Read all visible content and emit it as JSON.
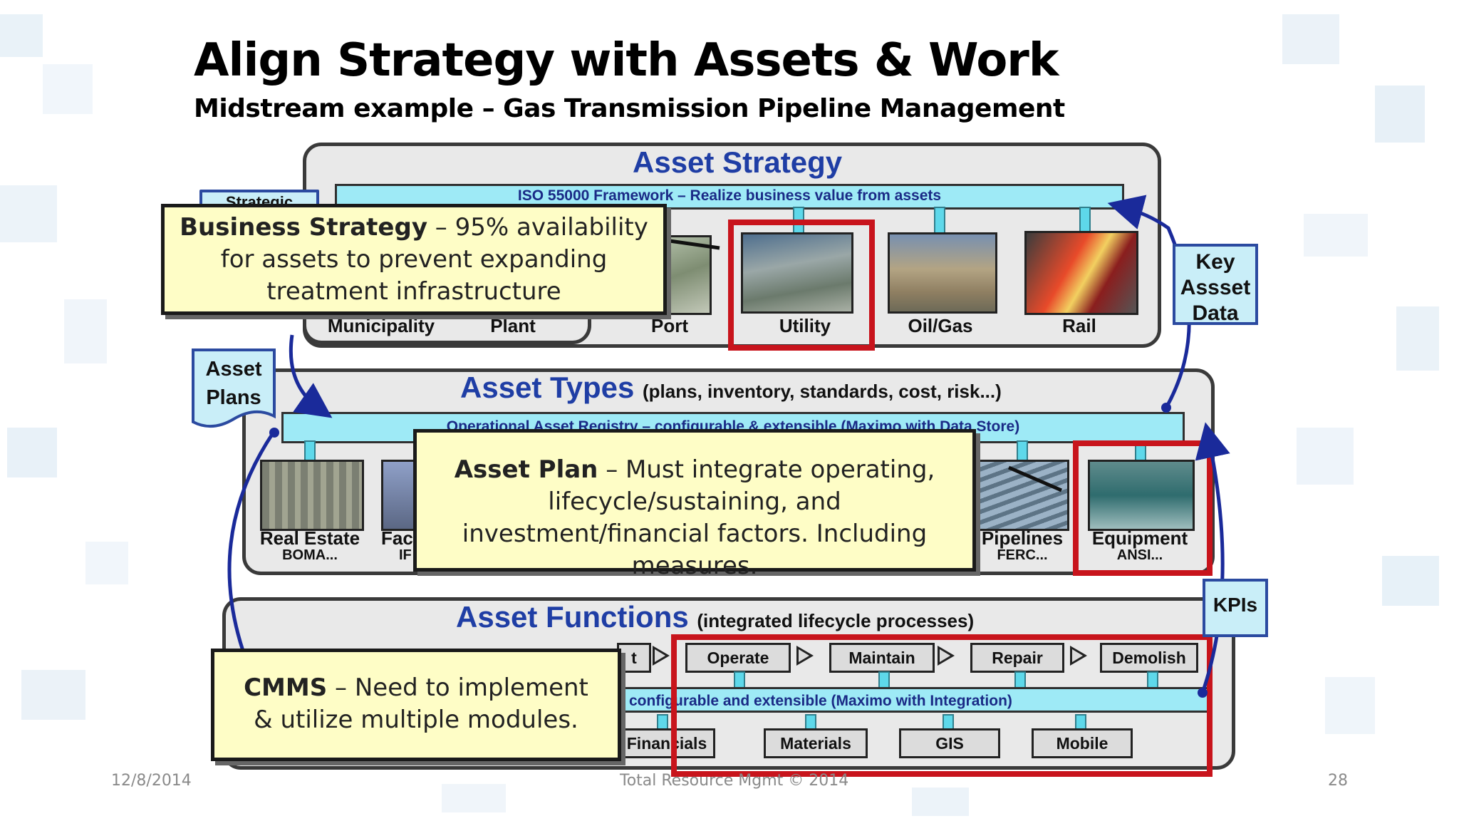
{
  "slide": {
    "title": "Align Strategy with Assets & Work",
    "subtitle": "Midstream example – Gas Transmission Pipeline Management",
    "footer_date": "12/8/2014",
    "footer_center": "Total Resource Mgmt © 2014",
    "page_number": "28"
  },
  "diagram": {
    "strategy": {
      "title": "Asset Strategy",
      "framework_bar": "ISO 55000 Framework – Realize business value from assets",
      "partial_left_tab": "Strategic",
      "items": [
        {
          "label": "Municipality"
        },
        {
          "label": "Plant"
        },
        {
          "label": "Port"
        },
        {
          "label": "Utility"
        },
        {
          "label": "Oil/Gas"
        },
        {
          "label": "Rail"
        }
      ]
    },
    "types": {
      "title": "Asset Types",
      "subtitle": "(plans, inventory, standards, cost, risk...)",
      "registry_bar": "Operational Asset Registry – configurable & extensible (Maximo with Data Store)",
      "items": [
        {
          "label": "Real Estate",
          "sub": "BOMA..."
        },
        {
          "label": "Fac",
          "sub": "IF"
        },
        {
          "label": "Pipelines",
          "sub": "FERC..."
        },
        {
          "label": "Equipment",
          "sub": "ANSI..."
        }
      ]
    },
    "functions": {
      "title": "Asset Functions",
      "subtitle": "(integrated lifecycle processes)",
      "partial_process": "t",
      "processes": [
        "Operate",
        "Maintain",
        "Repair",
        "Demolish"
      ],
      "integration_bar": "configurable and extensible (Maximo with Integration)",
      "modules": [
        "Financials",
        "Materials",
        "GIS",
        "Mobile"
      ]
    },
    "side_labels": {
      "asset_plans": "Asset Plans",
      "key_asset_data": "Key Assset Data",
      "kpis": "KPIs"
    }
  },
  "callouts": {
    "business_strategy": {
      "bold": "Business Strategy",
      "text": "– 95% availability for assets to prevent expanding treatment infrastructure"
    },
    "asset_plan": {
      "bold": "Asset Plan",
      "text": "– Must integrate operating, lifecycle/sustaining, and investment/financial factors. Including measures."
    },
    "cmms": {
      "bold": "CMMS",
      "text": "– Need to implement & utilize multiple modules."
    }
  },
  "colors": {
    "tier_title": "#1f3ea5",
    "bar_fill": "#9eeaf6",
    "highlight": "#c8141c",
    "callout_fill": "#fefdc6",
    "side_box_fill": "#c9eef8",
    "flow_arrow": "#1a2a9a"
  }
}
